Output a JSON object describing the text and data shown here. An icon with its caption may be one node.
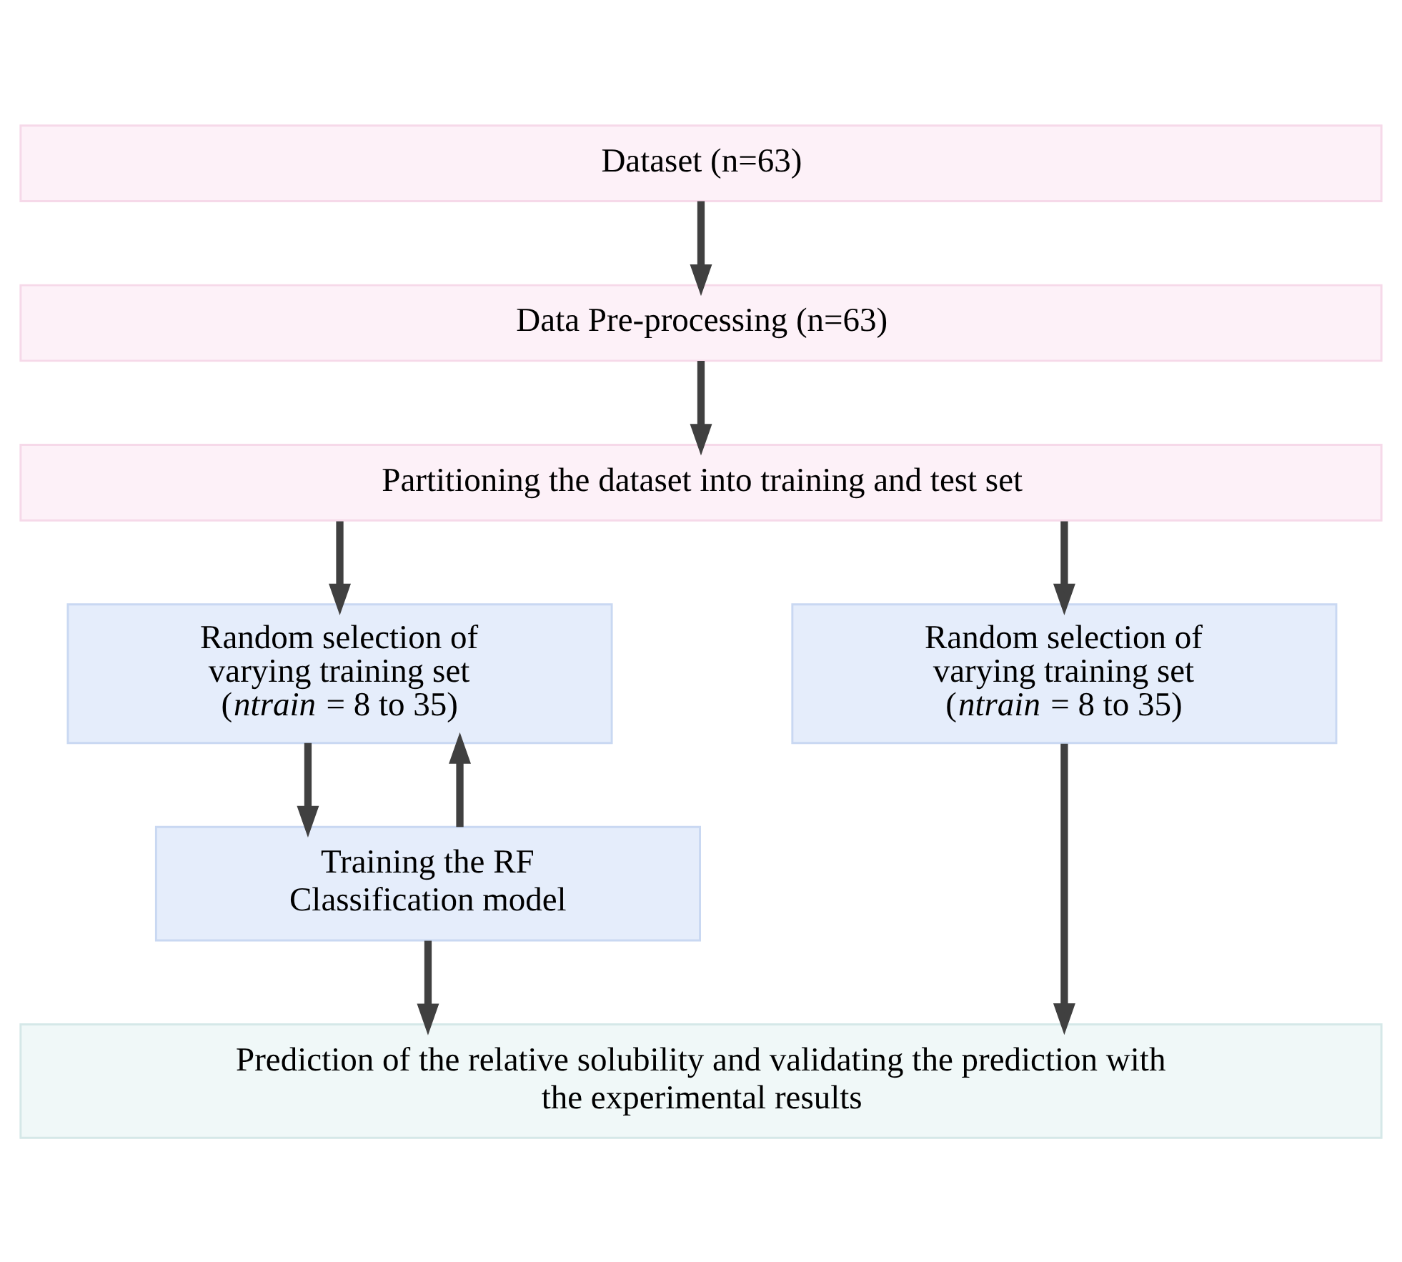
{
  "diagram": {
    "nodes": [
      {
        "text": [
          "Dataset (n=63)"
        ]
      },
      {
        "text": [
          "Data Pre-processing (n=63)"
        ]
      },
      {
        "text": [
          "Partitioning the dataset into training and test set"
        ]
      },
      {
        "text": [
          "Random selection of varying training set (*ntrain* = 8 to 35)"
        ]
      },
      {
        "text": [
          "Random selection of varying training set (*ntrain* = 8 to 35)"
        ]
      },
      {
        "text": [
          "Training the RF Classification model"
        ]
      },
      {
        "text": [
          "Prediction of the relative solubility and validating the prediction with the experimental results"
        ]
      }
    ],
    "edges": [
      {
        "from": 0,
        "to": 1,
        "arrow": "to"
      },
      {
        "from": 1,
        "to": 2,
        "arrow": "to"
      },
      {
        "from": 2,
        "to": 3,
        "arrow": "to"
      },
      {
        "from": 2,
        "to": 4,
        "arrow": "to"
      },
      {
        "from": 3,
        "to": 5,
        "arrow": "to"
      },
      {
        "from": 5,
        "to": 3,
        "arrow": "to"
      },
      {
        "from": 5,
        "to": 6,
        "arrow": "to"
      },
      {
        "from": 4,
        "to": 6,
        "arrow": "to"
      }
    ]
  }
}
